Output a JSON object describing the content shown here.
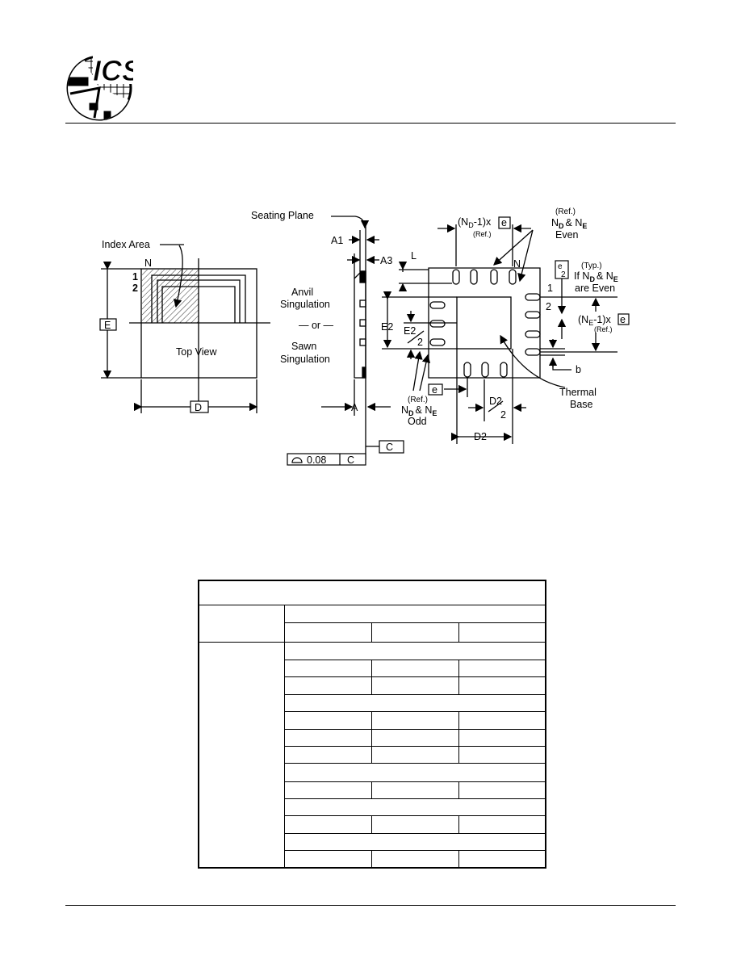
{
  "logo": {
    "text": "ICS"
  },
  "labels": {
    "seating_plane": "Seating Plane",
    "index_area": "Index Area",
    "pin_n": "N",
    "pin_1": "1",
    "pin_2": "2",
    "dim_e": "E",
    "dim_d": "D",
    "top_view": "Top View",
    "a1": "A1",
    "a3": "A3",
    "l": "L",
    "anvil": "Anvil",
    "singulation1": "Singulation",
    "or": "— or —",
    "sawn": "Sawn",
    "singulation2": "Singulation",
    "dim_a": "A",
    "tolerance": "0.08",
    "datum_c": "C",
    "nd_pitch": "(N",
    "nd_pitch_sub": "D",
    "nd_pitch_tail": "-1)x",
    "e_box": "e",
    "ref": "(Ref.)",
    "nd_ne_even_1": "N",
    "nd_ne_even_2": "& N",
    "even": "Even",
    "typ": "(Typ.)",
    "if_nd_ne": "If N",
    "are_even": "are Even",
    "ne_pitch": "(N",
    "ne_pitch_sub": "E",
    "ne_pitch_tail": "-1)x",
    "e2": "E2",
    "e2_half_top": "E2",
    "half_den": "2",
    "b": "b",
    "thermal": "Thermal",
    "base": "Base",
    "d2": "D2",
    "d2_half_top": "D2",
    "odd": "Odd",
    "sub_d": "D",
    "sub_e": "E"
  }
}
